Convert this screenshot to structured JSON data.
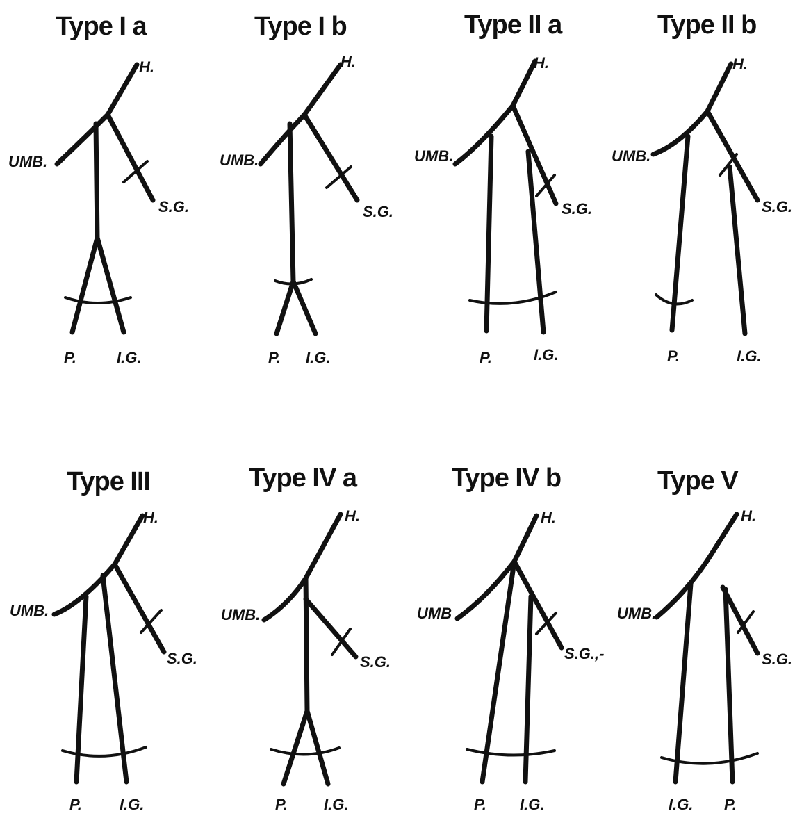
{
  "diagrams": [
    {
      "title": "Type I a",
      "labels": {
        "h": "H.",
        "umb": "UMB.",
        "sg": "S.G.",
        "left": "P.",
        "right": "I.G."
      }
    },
    {
      "title": "Type I b",
      "labels": {
        "h": "H.",
        "umb": "UMB.",
        "sg": "S.G.",
        "left": "P.",
        "right": "I.G."
      }
    },
    {
      "title": "Type II a",
      "labels": {
        "h": "H.",
        "umb": "UMB.",
        "sg": "S.G.",
        "left": "P.",
        "right": "I.G."
      }
    },
    {
      "title": "Type II b",
      "labels": {
        "h": "H.",
        "umb": "UMB.",
        "sg": "S.G.",
        "left": "P.",
        "right": "I.G."
      }
    },
    {
      "title": "Type III",
      "labels": {
        "h": "H.",
        "umb": "UMB.",
        "sg": "S.G.",
        "left": "P.",
        "right": "I.G."
      }
    },
    {
      "title": "Type IV a",
      "labels": {
        "h": "H.",
        "umb": "UMB.",
        "sg": "S.G.",
        "left": "P.",
        "right": "I.G."
      }
    },
    {
      "title": "Type IV b",
      "labels": {
        "h": "H.",
        "umb": "UMB",
        "sg": "S.G.,-",
        "left": "P.",
        "right": "I.G."
      }
    },
    {
      "title": "Type V",
      "labels": {
        "h": "H.",
        "umb": "UMB.",
        "sg": "S.G.",
        "left": "I.G.",
        "right": "P."
      }
    }
  ],
  "colors": {
    "ink": "#111111",
    "background": "#ffffff"
  }
}
